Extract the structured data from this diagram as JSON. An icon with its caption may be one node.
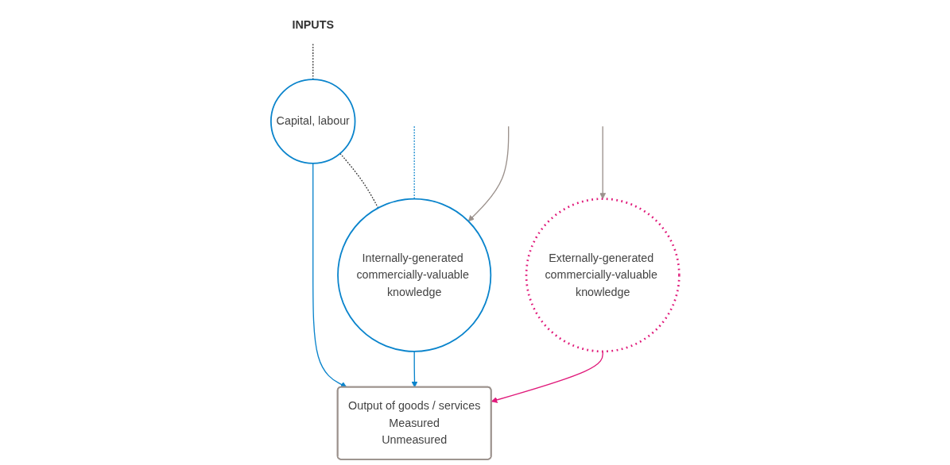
{
  "diagram": {
    "nodes": [
      {
        "text": [
          "INPUTS"
        ]
      },
      {
        "text": [
          "Capital, labour"
        ]
      },
      {
        "text": [
          "Internally-generated commercially-valuable knowledge"
        ]
      },
      {
        "text": [
          "Output of goods / services",
          "Measured",
          "Unmeasured"
        ]
      },
      {
        "text": [
          "Externally-generated commercially-valuable knowledge"
        ]
      }
    ],
    "edges": [
      {
        "from": 0,
        "to": 1,
        "arrow": "none",
        "style": "dashed",
        "color": "#333333"
      },
      {
        "from": 1,
        "to": 2,
        "arrow": "none",
        "style": "dashed",
        "color": "#333333"
      },
      {
        "from": 2,
        "to": null,
        "arrow": "none",
        "style": "dashed"
      },
      {
        "from": null,
        "to": 2,
        "arrow": "to",
        "color": "#9b918c"
      },
      {
        "from": null,
        "to": 4,
        "arrow": "to",
        "color": "#9b918c"
      },
      {
        "from": 1,
        "to": 3,
        "arrow": "to"
      },
      {
        "from": 2,
        "to": 3,
        "arrow": "to"
      },
      {
        "from": 4,
        "to": 3,
        "arrow": "to",
        "color": "#e0197a"
      }
    ]
  }
}
